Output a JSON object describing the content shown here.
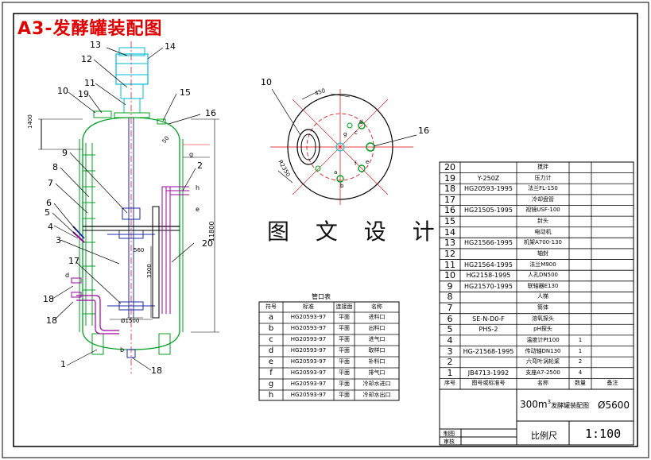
{
  "title": "A3-发酵罐装配图",
  "watermark": "图 文 设 计",
  "elevation_callouts": [
    "13",
    "14",
    "12",
    "11",
    "10",
    "19",
    "15",
    "16",
    "9",
    "8",
    "7",
    "6",
    "5",
    "4",
    "3",
    "17",
    "2",
    "20",
    "18",
    "18",
    "1",
    "18"
  ],
  "elevation_dims": {
    "d1400": "1400",
    "d11800": "11800",
    "d560": "560",
    "d3300": "3300",
    "d1500": "Ø1500",
    "d50": "50",
    "b": "b",
    "d": "d",
    "e": "e",
    "h": "h",
    "g": "g"
  },
  "plan_view": {
    "callouts": [
      "10",
      "16"
    ],
    "dim_radius": "R2350",
    "dim_top": "450",
    "letters": [
      "a",
      "b",
      "c",
      "d",
      "e",
      "f",
      "g"
    ]
  },
  "nozzle_table": {
    "title": "管口表",
    "headers": [
      "符号",
      "标准",
      "连接面",
      "名称"
    ],
    "rows": [
      [
        "a",
        "HG20593-97",
        "平面",
        "进料口"
      ],
      [
        "b",
        "HG20593-97",
        "平面",
        "出料口"
      ],
      [
        "c",
        "HG20593-97",
        "平面",
        "进气口"
      ],
      [
        "d",
        "HG20593-97",
        "平面",
        "取样口"
      ],
      [
        "e",
        "HG20593-97",
        "平面",
        "补料口"
      ],
      [
        "f",
        "HG20593-97",
        "平面",
        "排气口"
      ],
      [
        "g",
        "HG20593-97",
        "平面",
        "冷却水进口"
      ],
      [
        "h",
        "HG20593-97",
        "平面",
        "冷却水出口"
      ]
    ]
  },
  "parts_list": {
    "rows": [
      [
        "20",
        "",
        "搅拌",
        ""
      ],
      [
        "19",
        "Y-250Z",
        "压力计",
        ""
      ],
      [
        "18",
        "HG20593-1995",
        "法兰FL-150",
        ""
      ],
      [
        "17",
        "",
        "冷却盘管",
        ""
      ],
      [
        "16",
        "HG21505-1995",
        "视镜USF-100",
        ""
      ],
      [
        "15",
        "",
        "封头",
        ""
      ],
      [
        "14",
        "",
        "电动机",
        ""
      ],
      [
        "13",
        "HG21566-1995",
        "机架A700-130",
        ""
      ],
      [
        "12",
        "",
        "轴封",
        ""
      ],
      [
        "11",
        "HG21564-1995",
        "法兰M900",
        ""
      ],
      [
        "10",
        "HG2158-1995",
        "人孔DN500",
        ""
      ],
      [
        "9",
        "HG21570-1995",
        "联轴器E130",
        ""
      ],
      [
        "8",
        "",
        "人梯",
        ""
      ],
      [
        "7",
        "",
        "筒体",
        ""
      ],
      [
        "6",
        "SE-N-D0-F",
        "溶氧探头",
        ""
      ],
      [
        "5",
        "PHS-2",
        "pH探头",
        ""
      ],
      [
        "4",
        "",
        "温度计Pt100",
        "1"
      ],
      [
        "3",
        "HG-21568-1995",
        "传动轴DN130",
        "1"
      ],
      [
        "2",
        "",
        "六弯叶涡轮桨",
        "2"
      ],
      [
        "1",
        "JB4713-1992",
        "支座A7-2500",
        "4"
      ]
    ],
    "headers": [
      "序号",
      "图号或标准号",
      "名称",
      "数量",
      "备注"
    ]
  },
  "title_block": {
    "drawing_name_prefix": "300m",
    "drawing_name_sup": "3",
    "drawing_name_suffix": "发酵罐装配图",
    "diameter": "Ø5600",
    "scale_label": "比例尺",
    "scale_value": "1:100",
    "drawn_label": "制图",
    "checked_label": "审核"
  },
  "colors": {
    "line": "#000000",
    "cyan": "#00bcd4",
    "green": "#00a020",
    "red": "#e00000",
    "blue": "#1e2aa8",
    "magenta": "#a000a0"
  }
}
